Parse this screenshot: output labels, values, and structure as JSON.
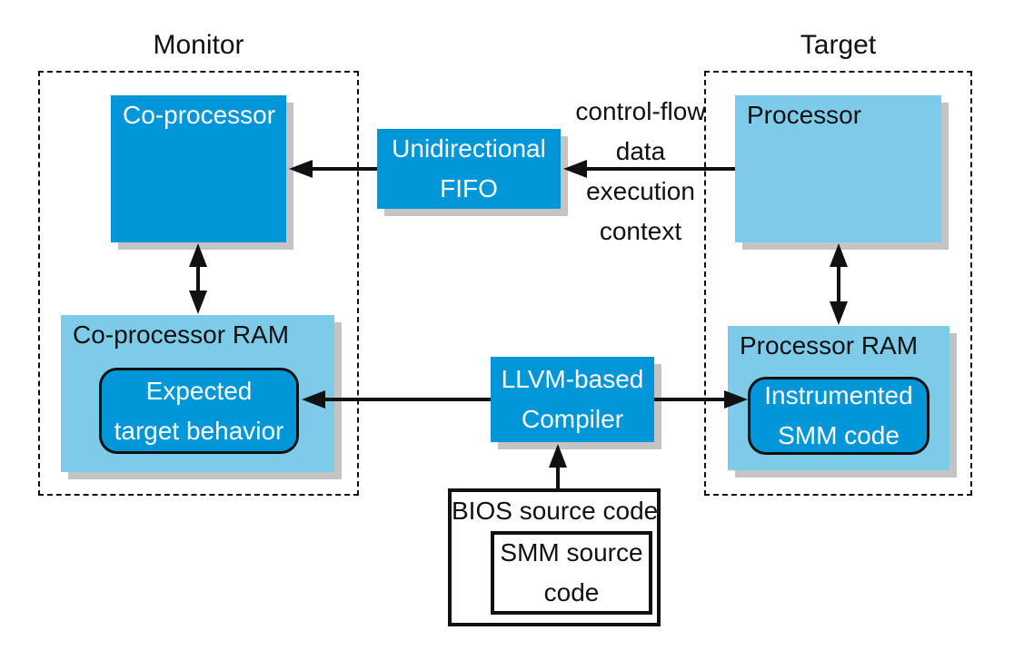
{
  "colors": {
    "dark_blue": "#0096d8",
    "light_blue": "#7ecbe9",
    "shadow": "#c4c4c4",
    "ink": "#111111"
  },
  "monitor": {
    "title": "Monitor",
    "co_processor_label": "Co-processor",
    "ram_label": "Co-processor RAM",
    "expected_line1": "Expected",
    "expected_line2": "target behavior"
  },
  "target": {
    "title": "Target",
    "processor_label": "Processor",
    "ram_label": "Processor RAM",
    "instrumented_line1": "Instrumented",
    "instrumented_line2": "SMM code"
  },
  "link": {
    "fifo_line1": "Unidirectional",
    "fifo_line2": "FIFO",
    "flow_line1": "control-flow",
    "flow_line2": "data",
    "flow_line3": "execution",
    "flow_line4": "context"
  },
  "build": {
    "compiler_line1": "LLVM-based",
    "compiler_line2": "Compiler",
    "bios_label": "BIOS source code",
    "smm_line1": "SMM source",
    "smm_line2": "code"
  }
}
